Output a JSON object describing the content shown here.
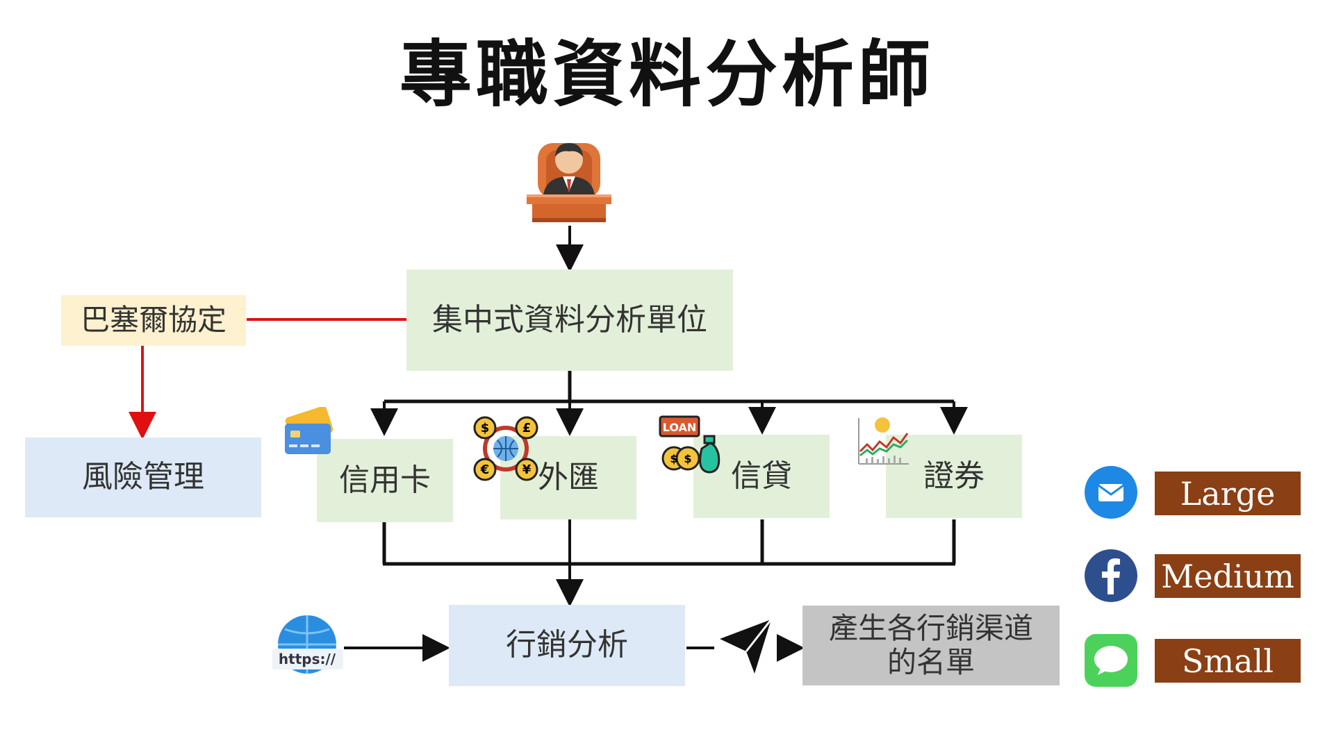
{
  "title": "專職資料分析師",
  "nodes": {
    "central": "集中式資料分析單位",
    "basel": "巴塞爾協定",
    "risk": "風險管理",
    "credit_card": "信用卡",
    "forex": "外匯",
    "loan": "信貸",
    "securities": "證券",
    "marketing": "行銷分析",
    "output_line1": "產生各行銷渠道",
    "output_line2": "的名單"
  },
  "icons": {
    "analyst": "analyst-at-desk-icon",
    "credit_card": "credit-card-icon",
    "forex": "currency-exchange-icon",
    "loan": "loan-money-bag-icon",
    "loan_sign": "LOAN",
    "securities": "stock-chart-icon",
    "web": "https-globe-icon",
    "web_label": "https://",
    "send": "paper-plane-icon"
  },
  "buttons": {
    "large": "Large",
    "medium": "Medium",
    "small": "Small"
  },
  "colors": {
    "green_box": "#e3f0d9",
    "blue_box": "#dde9f6",
    "yellow_box": "#fdf1cf",
    "gray_box": "#c4c4c4",
    "button": "#8a3f14",
    "red_connector": "#e01010"
  }
}
